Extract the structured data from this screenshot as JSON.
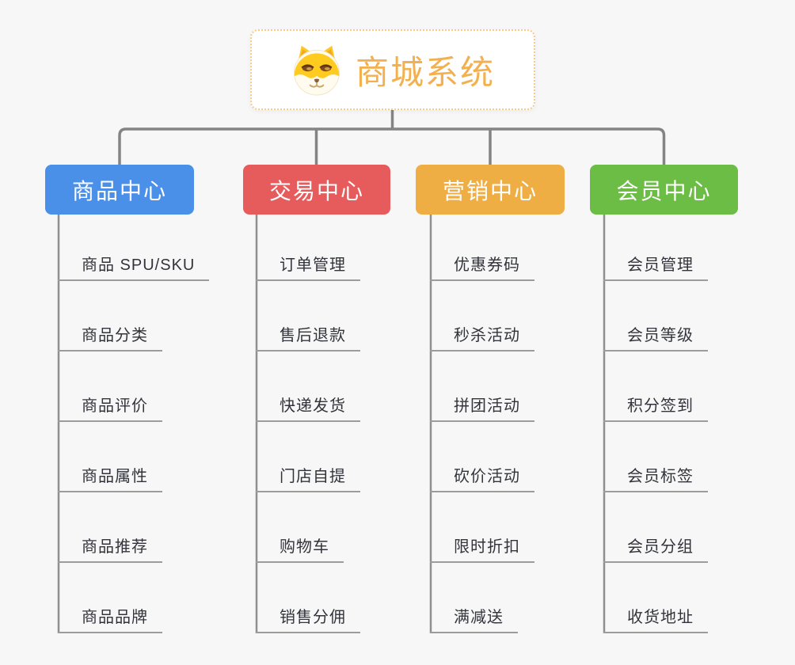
{
  "app": {
    "background_color": "#f7f7f7",
    "connector_color": "#848484",
    "leaf_line_color": "#9c9c9c",
    "leaf_text_color": "#33343b"
  },
  "root": {
    "title": "商城系统",
    "icon": "shiba-dog-icon",
    "text_color": "#f2b04e",
    "border_color": "#f6cb85"
  },
  "branches": [
    {
      "label": "商品中心",
      "color": "#4b90e8",
      "items": [
        "商品 SPU/SKU",
        "商品分类",
        "商品评价",
        "商品属性",
        "商品推荐",
        "商品品牌"
      ]
    },
    {
      "label": "交易中心",
      "color": "#e65c5c",
      "items": [
        "订单管理",
        "售后退款",
        "快递发货",
        "门店自提",
        "购物车",
        "销售分佣"
      ]
    },
    {
      "label": "营销中心",
      "color": "#efae43",
      "items": [
        "优惠券码",
        "秒杀活动",
        "拼团活动",
        "砍价活动",
        "限时折扣",
        "满减送"
      ]
    },
    {
      "label": "会员中心",
      "color": "#6cbd45",
      "items": [
        "会员管理",
        "会员等级",
        "积分签到",
        "会员标签",
        "会员分组",
        "收货地址"
      ]
    }
  ]
}
